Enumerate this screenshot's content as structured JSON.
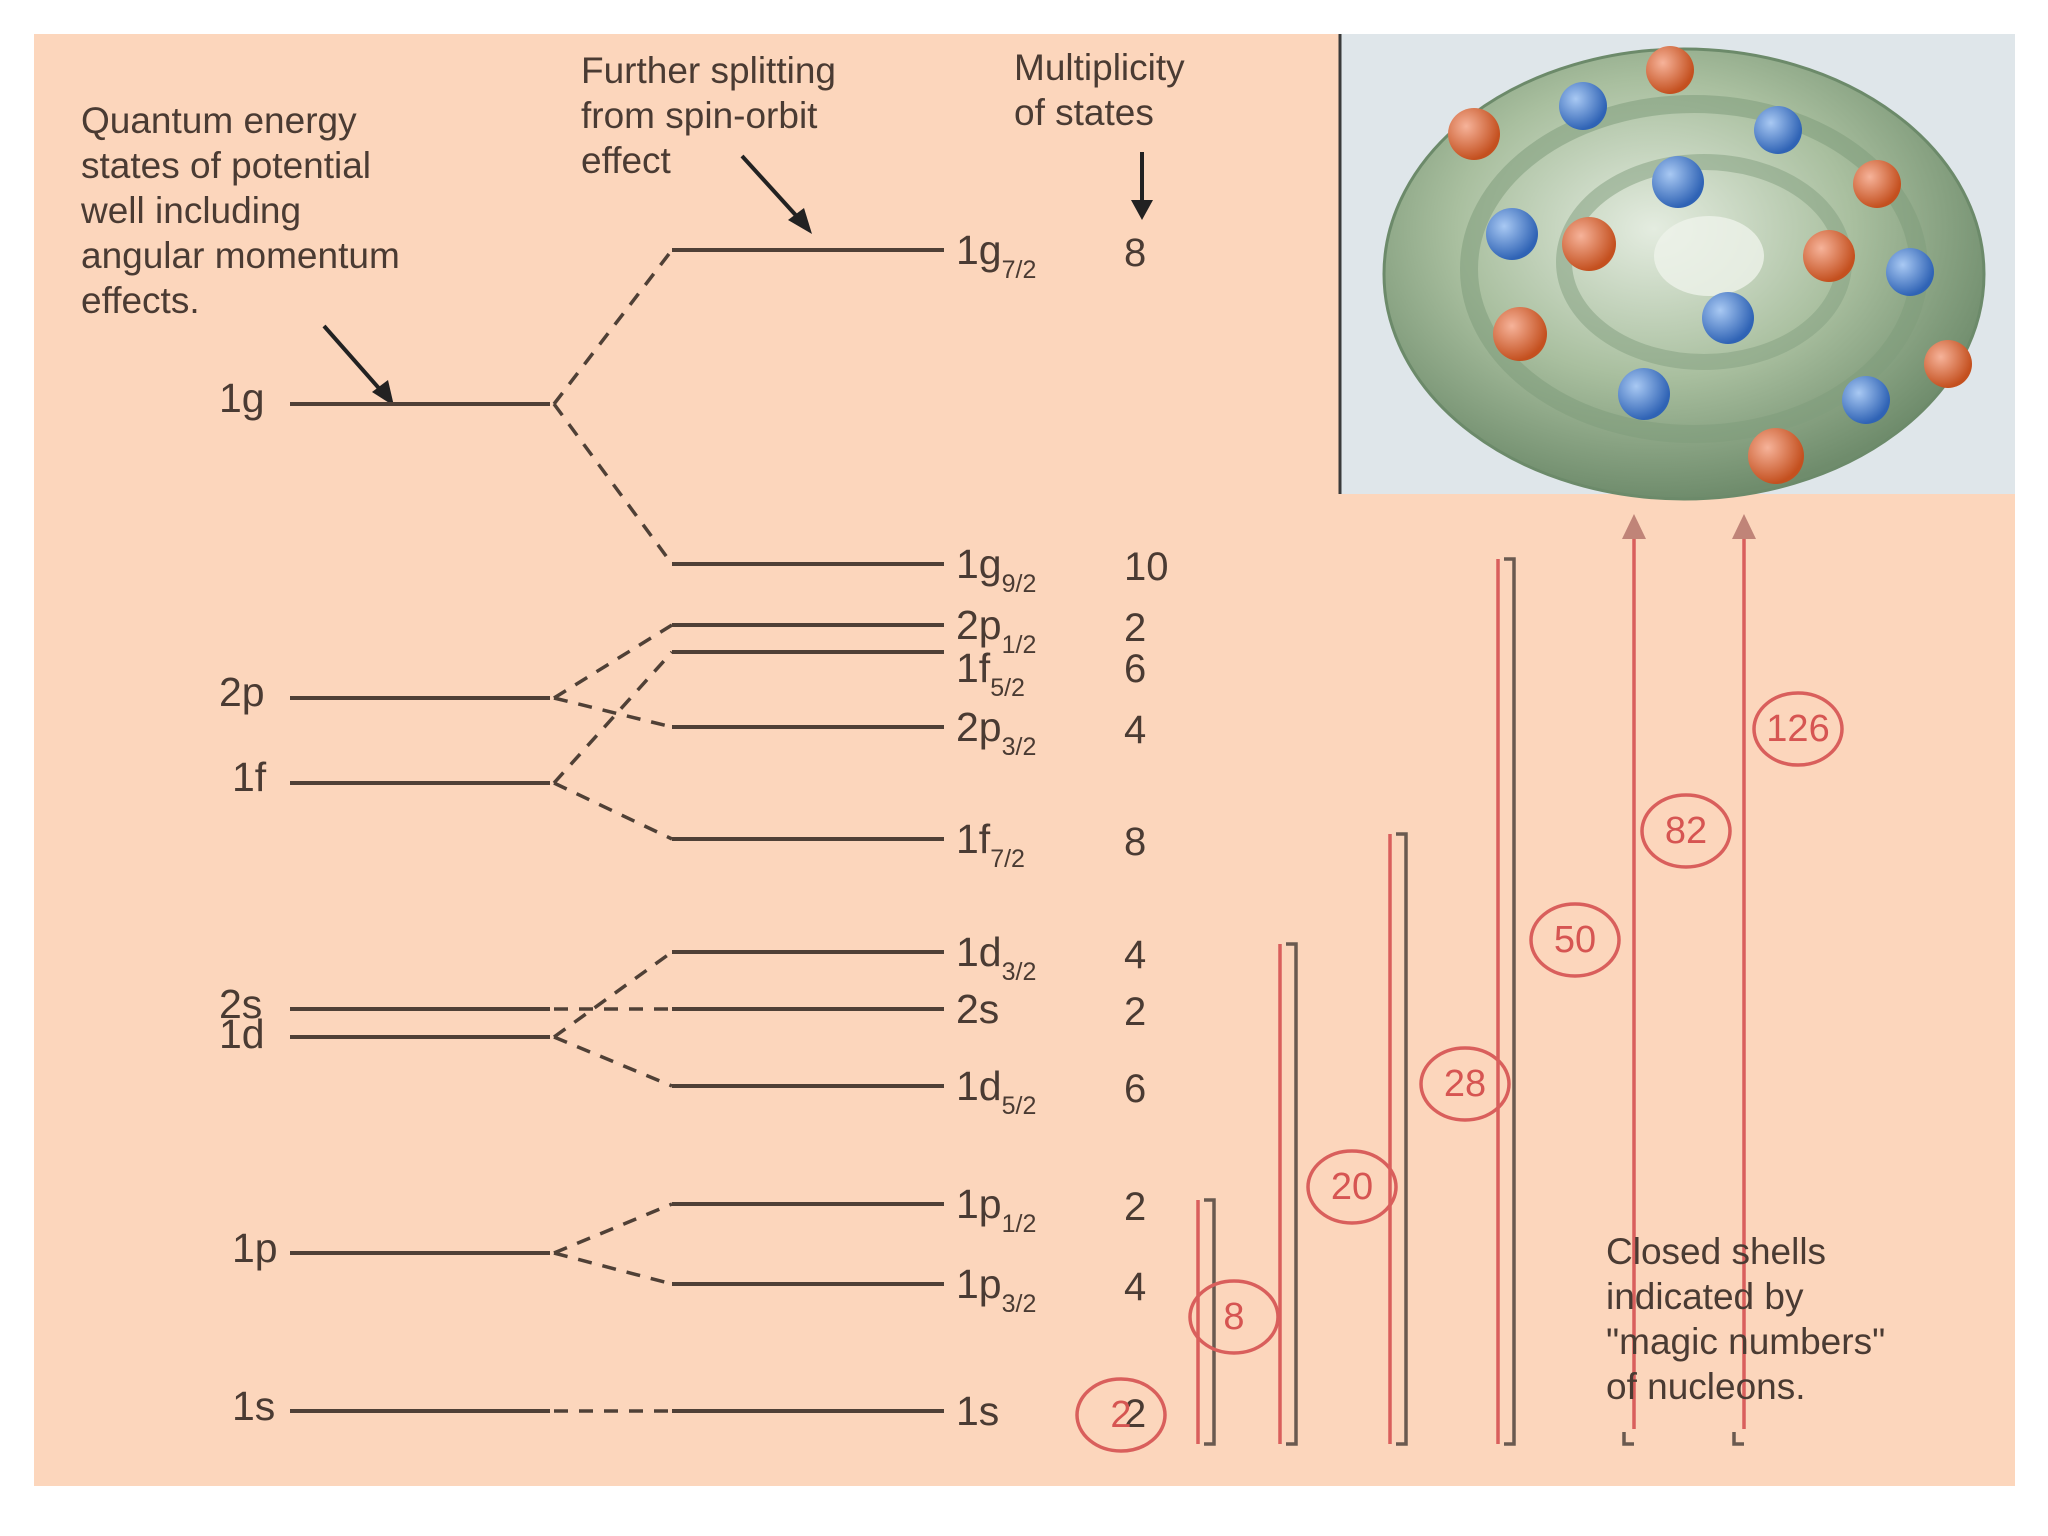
{
  "annotations": {
    "quantum_states": [
      "Quantum energy",
      "states of potential",
      "well including",
      "angular momentum",
      "effects."
    ],
    "spin_orbit": [
      "Further splitting",
      "from spin-orbit",
      "effect"
    ],
    "multiplicity": [
      "Multiplicity",
      "of states"
    ],
    "closed_shells": [
      "Closed shells",
      "indicated by",
      "\"magic numbers\"",
      "of nucleons."
    ]
  },
  "left_levels": [
    {
      "label": "1g"
    },
    {
      "label": "2p"
    },
    {
      "label": "1f"
    },
    {
      "label": "2s"
    },
    {
      "label": "1d"
    },
    {
      "label": "1p"
    },
    {
      "label": "1s"
    }
  ],
  "split_levels": [
    {
      "main": "1g",
      "sub": "7/2",
      "multiplicity": "8"
    },
    {
      "main": "1g",
      "sub": "9/2",
      "multiplicity": "10"
    },
    {
      "main": "2p",
      "sub": "1/2",
      "multiplicity": "2"
    },
    {
      "main": "1f",
      "sub": "5/2",
      "multiplicity": "6"
    },
    {
      "main": "2p",
      "sub": "3/2",
      "multiplicity": "4"
    },
    {
      "main": "1f",
      "sub": "7/2",
      "multiplicity": "8"
    },
    {
      "main": "1d",
      "sub": "3/2",
      "multiplicity": "4"
    },
    {
      "main": "2s",
      "sub": "",
      "multiplicity": "2"
    },
    {
      "main": "1d",
      "sub": "5/2",
      "multiplicity": "6"
    },
    {
      "main": "1p",
      "sub": "1/2",
      "multiplicity": "2"
    },
    {
      "main": "1p",
      "sub": "3/2",
      "multiplicity": "4"
    },
    {
      "main": "1s",
      "sub": "",
      "multiplicity": "2"
    }
  ],
  "magic_numbers": [
    "2",
    "8",
    "20",
    "28",
    "50",
    "82",
    "126"
  ],
  "colors": {
    "background": "#fcd6bc",
    "magic_red": "#d65552",
    "nucleus_proton": "#d9623b",
    "nucleus_neutron": "#4a86d6"
  }
}
